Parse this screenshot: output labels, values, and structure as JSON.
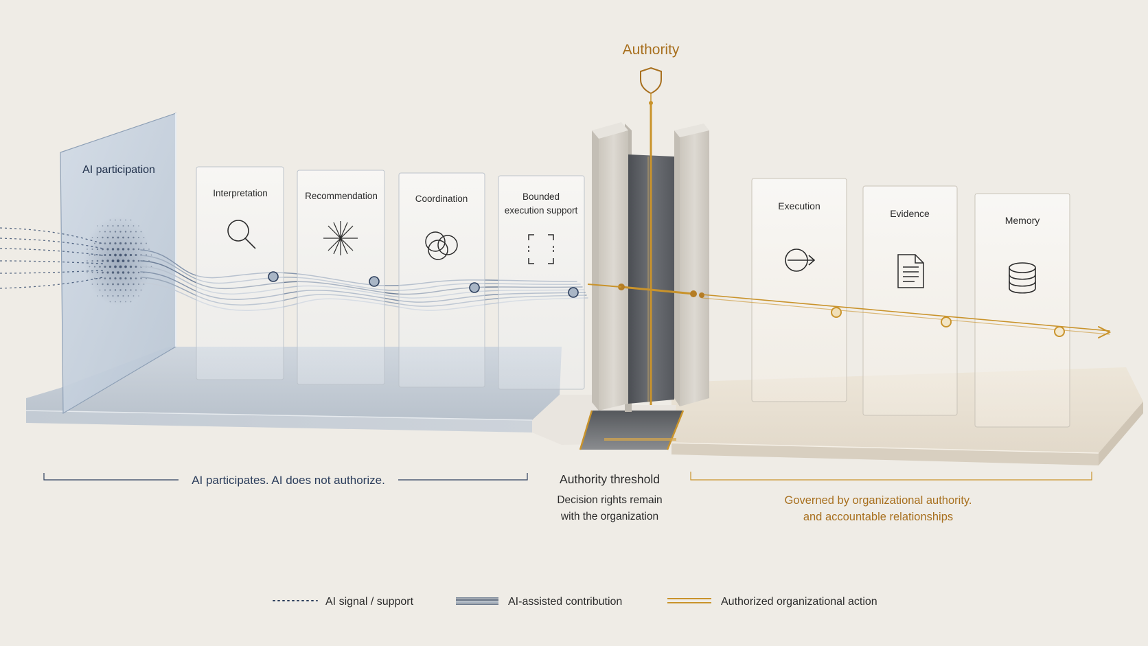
{
  "ai_panel": {
    "label": "AI participation"
  },
  "ai_cards": [
    {
      "label": "Interpretation",
      "icon": "magnifier-icon"
    },
    {
      "label": "Recommendation",
      "icon": "spark-icon"
    },
    {
      "label": "Coordination",
      "icon": "overlapping-circles-icon"
    },
    {
      "label_line1": "Bounded",
      "label_line2": "execution support",
      "icon": "bracket-frame-icon"
    }
  ],
  "authority": {
    "title": "Authority",
    "icon": "shield-icon",
    "threshold_title": "Authority threshold",
    "threshold_line1": "Decision rights remain",
    "threshold_line2": "with the organization"
  },
  "org_cards": [
    {
      "label": "Execution",
      "icon": "arrow-circle-icon"
    },
    {
      "label": "Evidence",
      "icon": "document-icon"
    },
    {
      "label": "Memory",
      "icon": "database-icon"
    }
  ],
  "captions": {
    "left": "AI participates.  AI does not authorize.",
    "right_line1": "Governed by organizational authority.",
    "right_line2": "and accountable relationships"
  },
  "legend": [
    {
      "label": "AI signal / support",
      "style": "dotted"
    },
    {
      "label": "AI-assisted contribution",
      "style": "multi-line"
    },
    {
      "label": "Authorized organizational action",
      "style": "double-gold"
    }
  ],
  "colors": {
    "background": "#efece6",
    "navy": "#2c3e5c",
    "gold": "#c9932b",
    "gold_text": "#a8701f",
    "stone": "#d7d3cb",
    "ai_glass": "#c9d3df",
    "text": "#2b2b2b"
  }
}
